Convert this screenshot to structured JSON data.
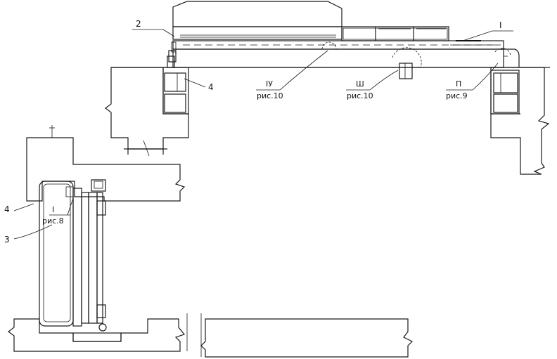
{
  "labels": {
    "wall_2": "2",
    "ceiling_4": "4",
    "roof_1": "I",
    "callout_4": "IУ",
    "callout_4_ref": "рис.10",
    "callout_3": "Ш",
    "callout_3_ref": "рис.10",
    "callout_2": "П",
    "callout_2_ref": "рис.9",
    "left_4": "4",
    "left_3": "3",
    "callout_1": "I",
    "callout_1_ref": "рис.8"
  }
}
